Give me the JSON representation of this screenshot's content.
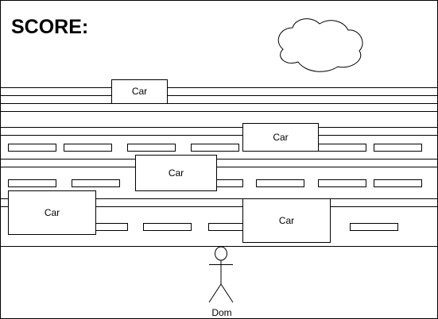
{
  "hud": {
    "score_label": "SCORE:"
  },
  "player": {
    "name": "Dom"
  },
  "cars": [
    {
      "label": "Car"
    },
    {
      "label": "Car"
    },
    {
      "label": "Car"
    },
    {
      "label": "Car"
    },
    {
      "label": "Car"
    }
  ],
  "colors": {
    "ink": "#000000",
    "background": "#ffffff"
  },
  "icons": {
    "sky": "cloud-icon",
    "player": "stick-figure-icon"
  }
}
